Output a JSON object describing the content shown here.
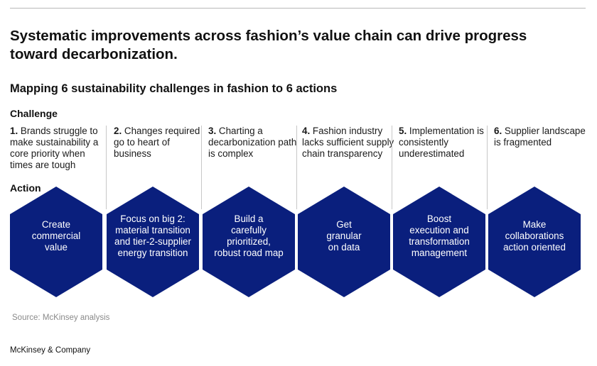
{
  "header": {
    "title": "Systematic improvements across fashion’s value chain can drive progress toward decarbonization.",
    "subtitle": "Mapping 6 sustainability challenges in fashion to 6 actions"
  },
  "labels": {
    "challenge": "Challenge",
    "action": "Action"
  },
  "items": [
    {
      "number": "1.",
      "challenge": "Brands struggle to make sustainability a core priority when times are tough",
      "action": "Create\ncommercial\nvalue"
    },
    {
      "number": "2.",
      "challenge": "Changes required go to heart of business",
      "action": "Focus on big 2:\nmaterial transition\nand tier-2-supplier\nenergy transition"
    },
    {
      "number": "3.",
      "challenge": "Charting a decarbonization path is complex",
      "action": "Build a\ncarefully\nprioritized,\nrobust road map"
    },
    {
      "number": "4.",
      "challenge": "Fashion industry lacks sufficient supply chain transparency",
      "action": "Get\ngranular\non data"
    },
    {
      "number": "5.",
      "challenge": "Implementation is consistently underestimated",
      "action": "Boost\nexecution and\ntransformation\nmanagement"
    },
    {
      "number": "6.",
      "challenge": "Supplier landscape is fragmented",
      "action": "Make\ncollaborations\naction oriented"
    }
  ],
  "colors": {
    "hexagon": "#0a1f7d",
    "divider": "#c8c8c8"
  },
  "source": "Source: McKinsey analysis",
  "footer": "McKinsey & Company"
}
